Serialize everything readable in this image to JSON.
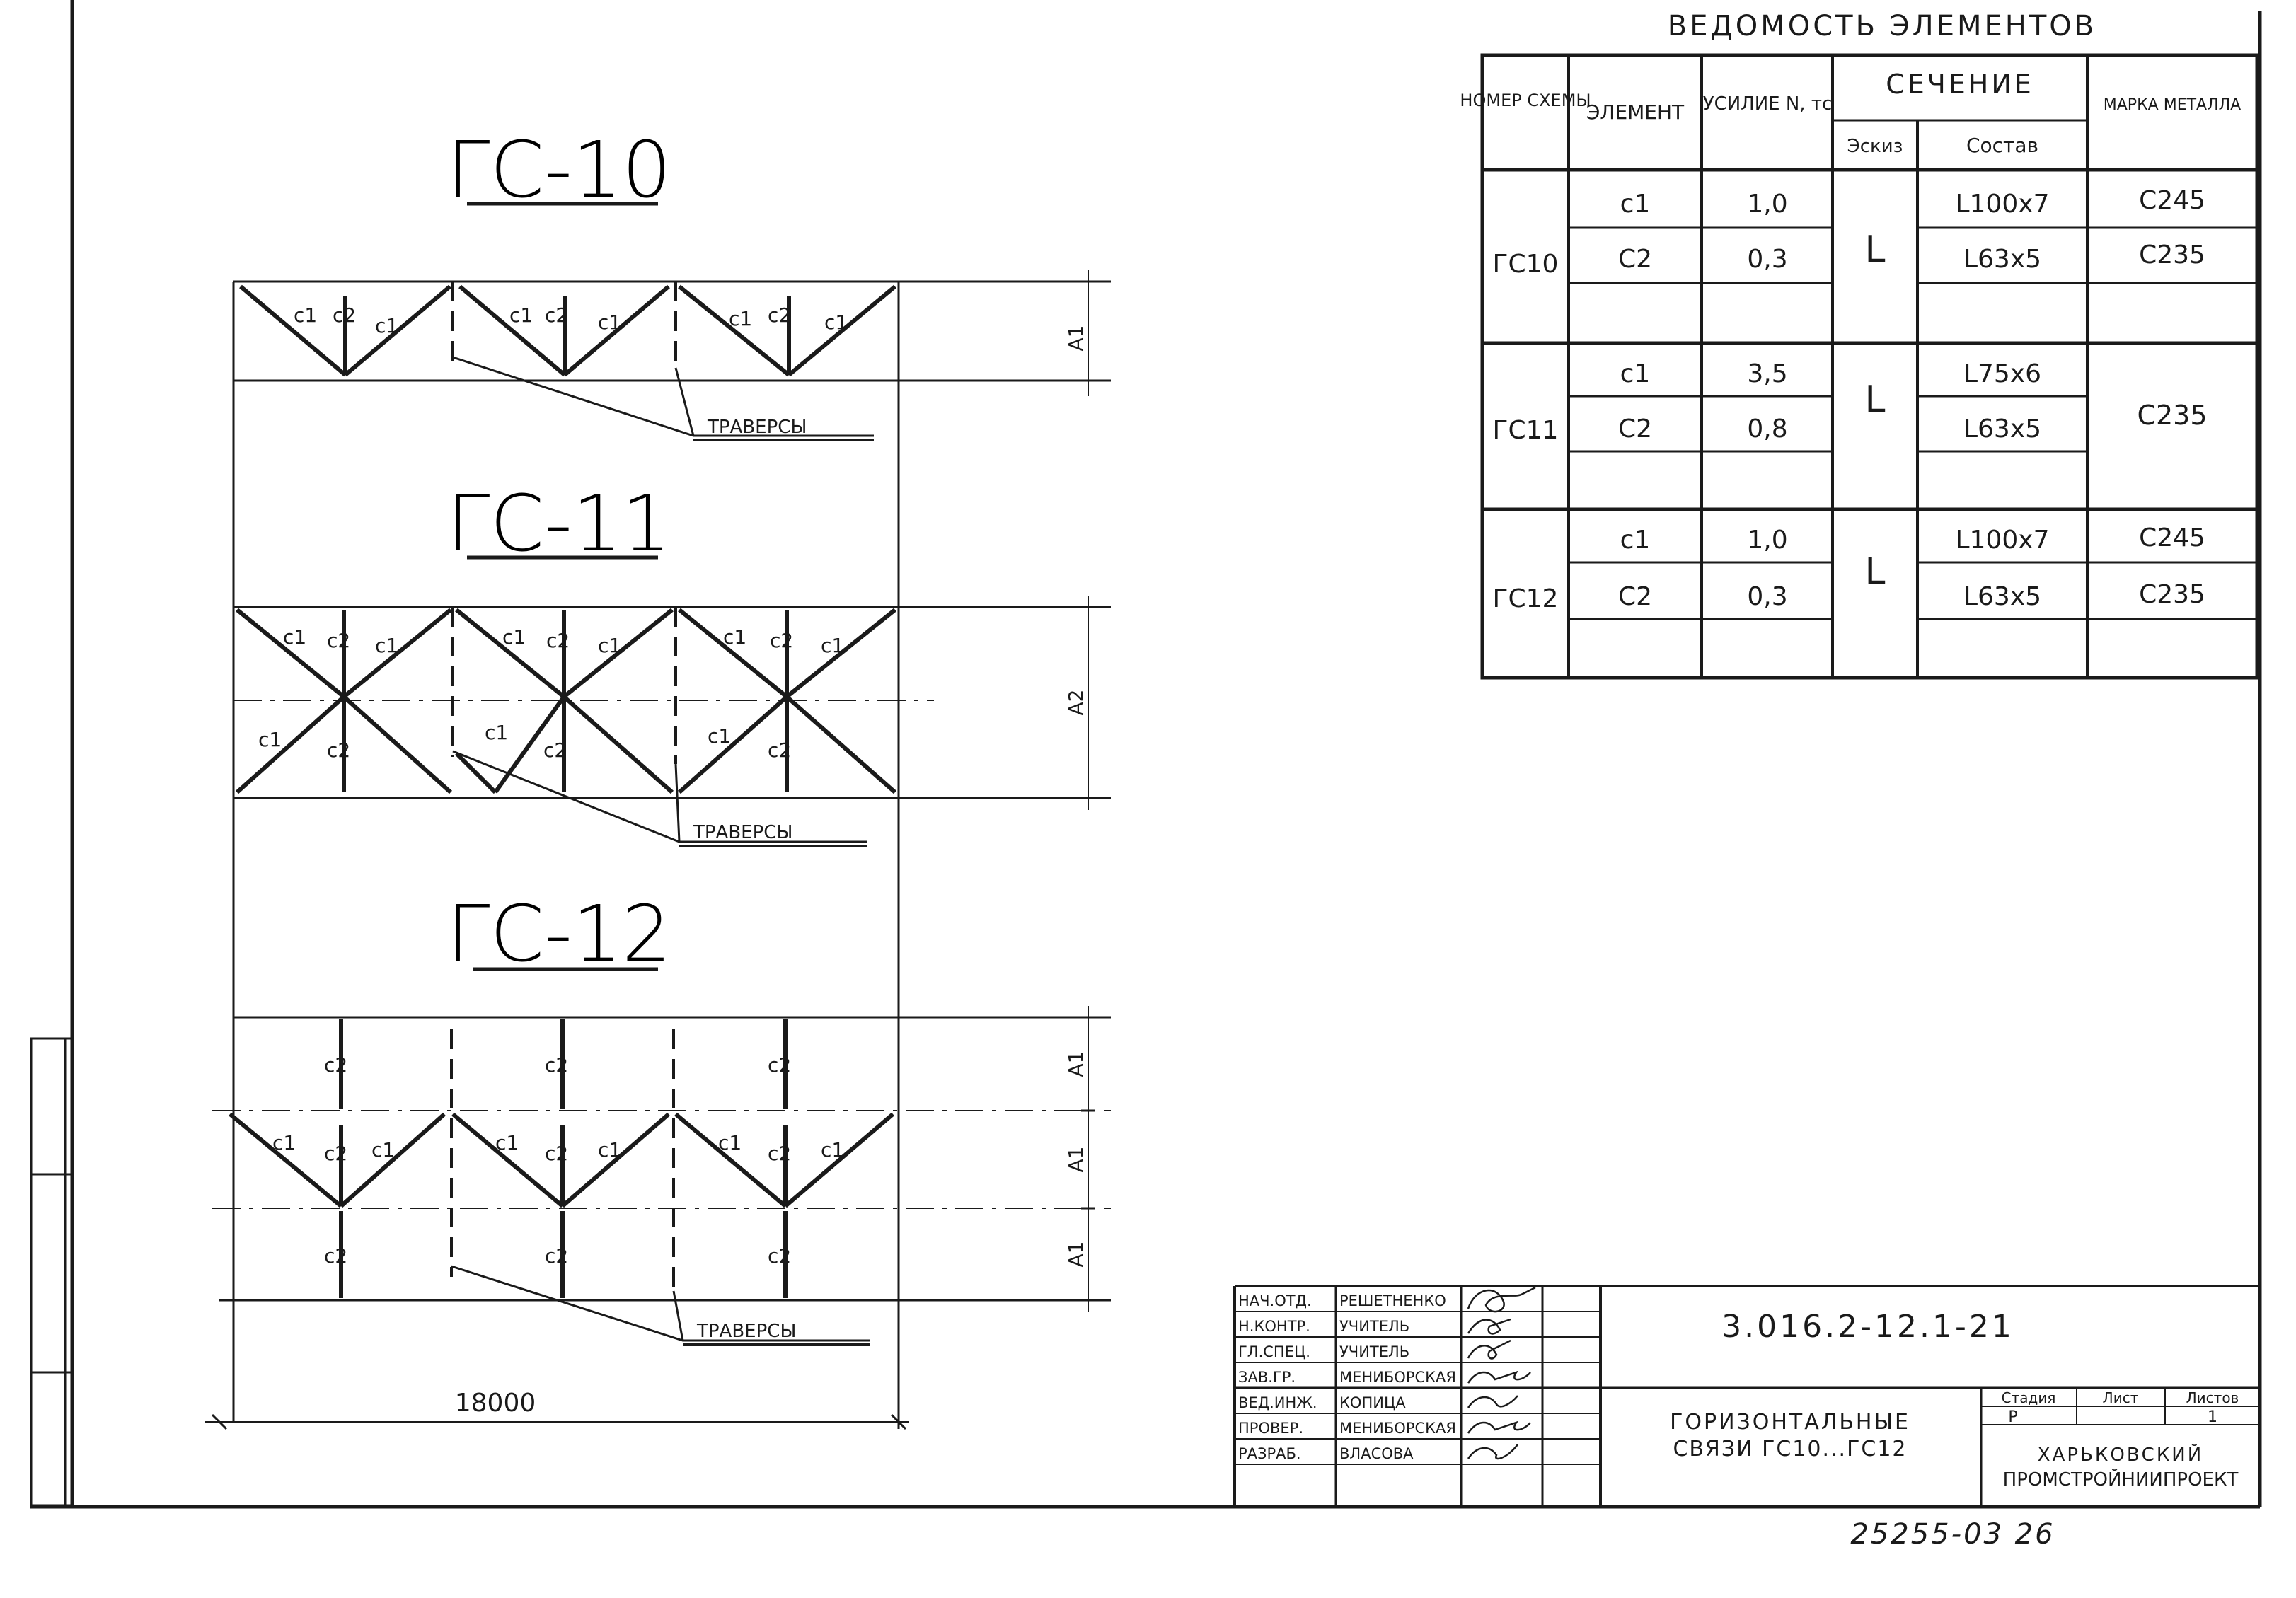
{
  "diagrams": [
    {
      "title": "ГС-10",
      "leader": "ТРАВЕРСЫ",
      "dims": [
        "A1"
      ]
    },
    {
      "title": "ГС-11",
      "leader": "ТРАВЕРСЫ",
      "dims": [
        "A2"
      ]
    },
    {
      "title": "ГС-12",
      "leader": "ТРАВЕРСЫ",
      "dims": [
        "A1",
        "A1",
        "A1"
      ]
    }
  ],
  "member_labels": {
    "c1": "с1",
    "c2": "с2"
  },
  "overall_dim": "18000",
  "table": {
    "title": "ВЕДОМОСТЬ ЭЛЕМЕНТОВ",
    "headers": {
      "scheme": "НОМЕР СХЕМЫ",
      "element": "ЭЛЕМЕНТ",
      "force": "УСИЛИЕ N, тс",
      "section": "СЕЧЕНИЕ",
      "sketch": "Эскиз",
      "composition": "Состав",
      "steel": "МАРКА МЕТАЛЛА"
    },
    "groups": [
      {
        "scheme": "ГС10",
        "sketch": "L",
        "rows": [
          {
            "element": "с1",
            "force": "1,0",
            "composition": "L100х7",
            "steel": "С245"
          },
          {
            "element": "С2",
            "force": "0,3",
            "composition": "L63х5",
            "steel": "С235"
          }
        ]
      },
      {
        "scheme": "ГС11",
        "sketch": "L",
        "steel": "С235",
        "rows": [
          {
            "element": "с1",
            "force": "3,5",
            "composition": "L75х6"
          },
          {
            "element": "С2",
            "force": "0,8",
            "composition": "L63х5"
          }
        ]
      },
      {
        "scheme": "ГС12",
        "sketch": "L",
        "rows": [
          {
            "element": "с1",
            "force": "1,0",
            "composition": "L100х7",
            "steel": "С245"
          },
          {
            "element": "С2",
            "force": "0,3",
            "composition": "L63х5",
            "steel": "С235"
          }
        ]
      }
    ]
  },
  "stamp": {
    "people": [
      {
        "role": "НАЧ.ОТД.",
        "name": "РЕШЕТНЕНКО"
      },
      {
        "role": "Н.КОНТР.",
        "name": "УЧИТЕЛЬ"
      },
      {
        "role": "ГЛ.СПЕЦ.",
        "name": "УЧИТЕЛЬ"
      },
      {
        "role": "ЗАВ.ГР.",
        "name": "МЕНИБОРСКАЯ"
      },
      {
        "role": "ВЕД.ИНЖ.",
        "name": "КОПИЦА"
      },
      {
        "role": "ПРОВЕР.",
        "name": "МЕНИБОРСКАЯ"
      },
      {
        "role": "РАЗРАБ.",
        "name": "ВЛАСОВА"
      }
    ],
    "code": "3.016.2-12.1-21",
    "title_line1": "ГОРИЗОНТАЛЬНЫЕ",
    "title_line2": "СВЯЗИ ГС10...ГС12",
    "stage_label": "Стадия",
    "sheet_label": "Лист",
    "sheets_label": "Листов",
    "stage_value": "Р",
    "sheets_value": "1",
    "org_line1": "ХАРЬКОВСКИЙ",
    "org_line2": "ПРОМСТРОЙНИИПРОЕКТ"
  },
  "archive_number": "25255-03  26"
}
